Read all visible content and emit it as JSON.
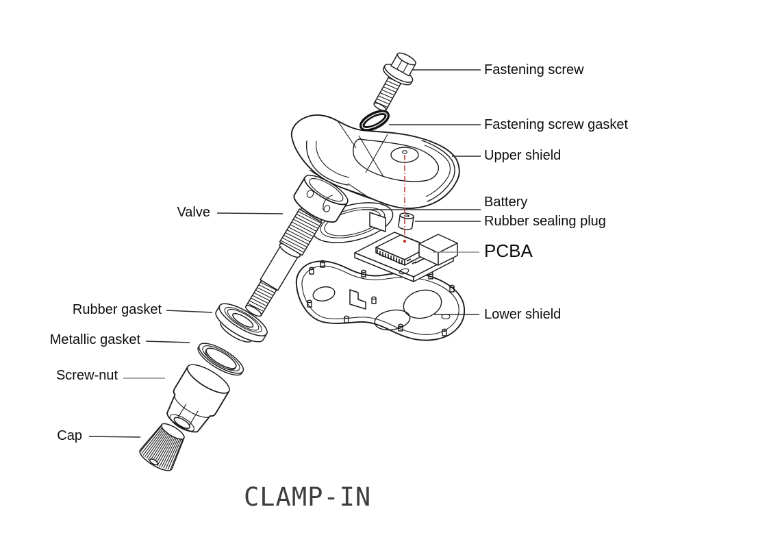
{
  "diagram_title": "CLAMP-IN",
  "labels": {
    "fastening_screw": "Fastening screw",
    "fastening_screw_gasket": "Fastening screw gasket",
    "upper_shield": "Upper shield",
    "battery": "Battery",
    "rubber_sealing_plug": "Rubber sealing plug",
    "pcba": "PCBA",
    "lower_shield": "Lower shield",
    "valve": "Valve",
    "rubber_gasket": "Rubber gasket",
    "metallic_gasket": "Metallic gasket",
    "screw_nut": "Screw-nut",
    "cap": "Cap"
  },
  "colors": {
    "background": "#ffffff",
    "line_art": "#1c1c1c",
    "leader_line": "#2b2b2b",
    "center_line": "#c2372c"
  }
}
